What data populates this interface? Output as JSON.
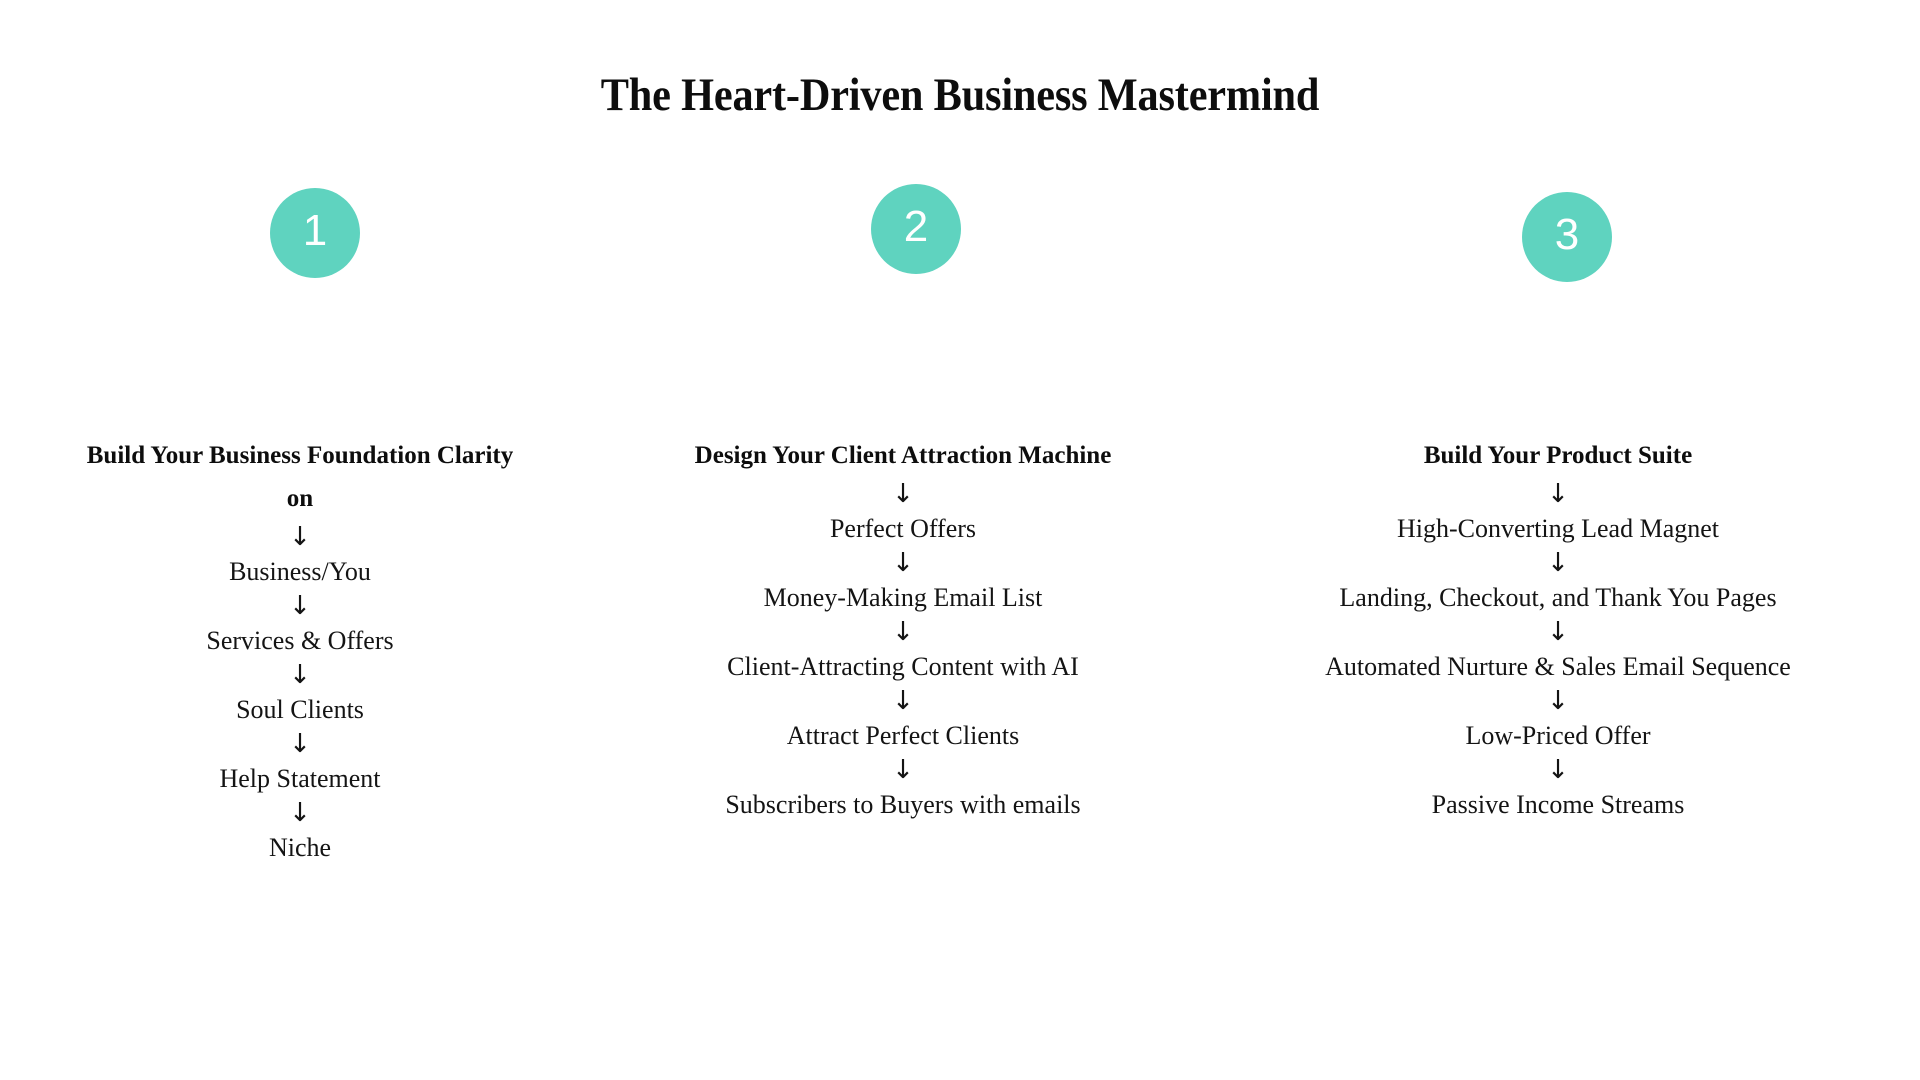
{
  "title": "The Heart-Driven Business Mastermind",
  "theme": {
    "badge_color": "#5fd3bf",
    "badge_text_color": "#ffffff",
    "text_color": "#141414",
    "background": "#ffffff"
  },
  "arrow_glyph": "↓",
  "columns": [
    {
      "badge": "1",
      "heading": "Build Your Business Foundation Clarity on",
      "steps": [
        "Business/You",
        "Services & Offers",
        "Soul Clients",
        "Help Statement",
        "Niche"
      ]
    },
    {
      "badge": "2",
      "heading": "Design Your Client Attraction Machine",
      "steps": [
        "Perfect Offers",
        "Money-Making Email List",
        "Client-Attracting Content with AI",
        "Attract Perfect Clients",
        "Subscribers to Buyers with emails"
      ]
    },
    {
      "badge": "3",
      "heading": "Build Your Product Suite",
      "steps": [
        "High-Converting Lead Magnet",
        "Landing, Checkout, and Thank You Pages",
        "Automated Nurture & Sales Email Sequence",
        "Low-Priced Offer",
        "Passive Income Streams"
      ]
    }
  ]
}
